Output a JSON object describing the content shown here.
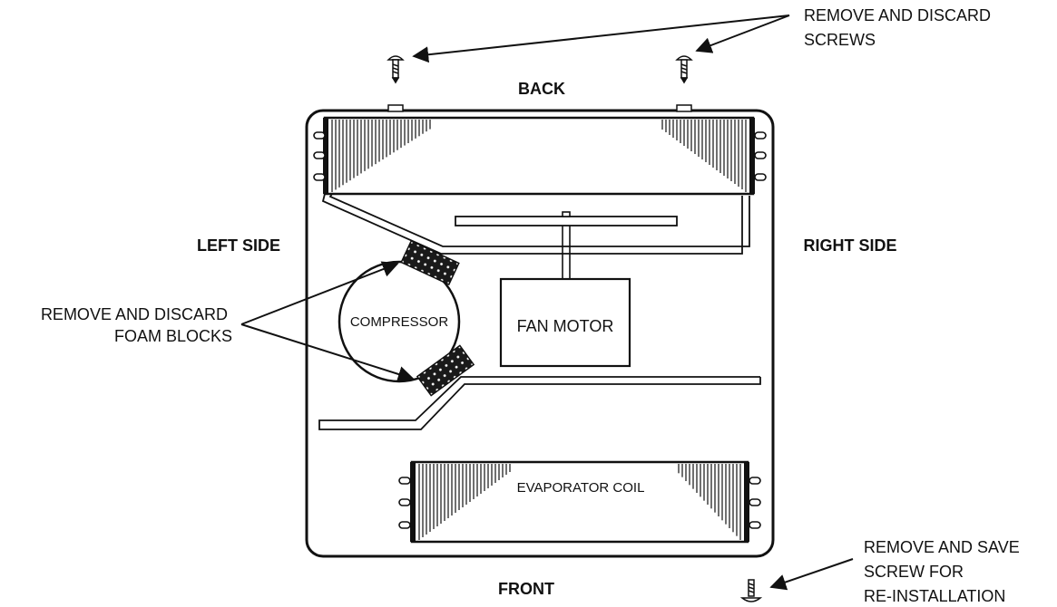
{
  "orientation": {
    "back": "BACK",
    "front": "FRONT",
    "left": "LEFT SIDE",
    "right": "RIGHT SIDE"
  },
  "components": {
    "compressor": "COMPRESSOR",
    "fan_motor": "FAN MOTOR",
    "evaporator_coil": "EVAPORATOR COIL"
  },
  "callouts": {
    "top_screws": [
      "REMOVE AND DISCARD",
      "SCREWS"
    ],
    "foam_blocks": [
      "REMOVE AND DISCARD",
      "FOAM BLOCKS"
    ],
    "front_screw": [
      "REMOVE AND SAVE",
      "SCREW FOR",
      "RE-INSTALLATION"
    ]
  }
}
